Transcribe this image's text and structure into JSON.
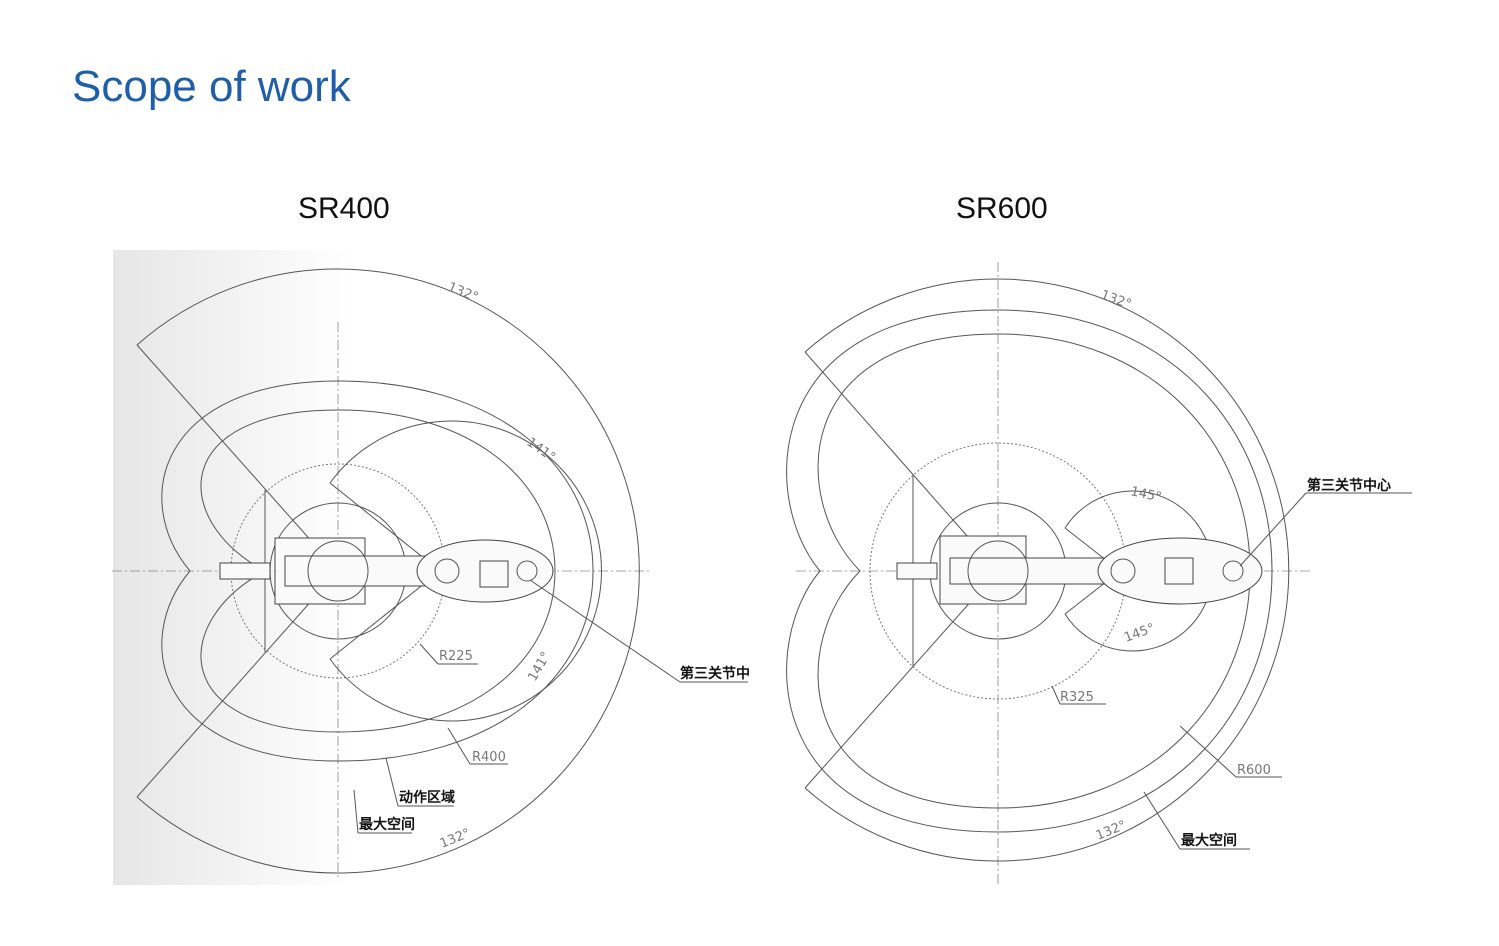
{
  "page_title": "Scope of work",
  "diagrams": [
    {
      "model": "SR400",
      "labels": {
        "angle_outer_top": "132°",
        "angle_outer_bottom": "132°",
        "angle_joint_top": "141°",
        "angle_joint_bottom": "141°",
        "radius_inner": "R225",
        "radius_outer": "R400",
        "joint3_center": "第三关节中",
        "motion_area": "动作区域",
        "max_space": "最大空间"
      }
    },
    {
      "model": "SR600",
      "labels": {
        "angle_outer_top": "132°",
        "angle_outer_bottom": "132°",
        "angle_joint_top": "145°",
        "angle_joint_bottom": "145°",
        "radius_inner": "R325",
        "radius_outer": "R600",
        "joint3_center": "第三关节中心",
        "max_space": "最大空间"
      }
    }
  ]
}
